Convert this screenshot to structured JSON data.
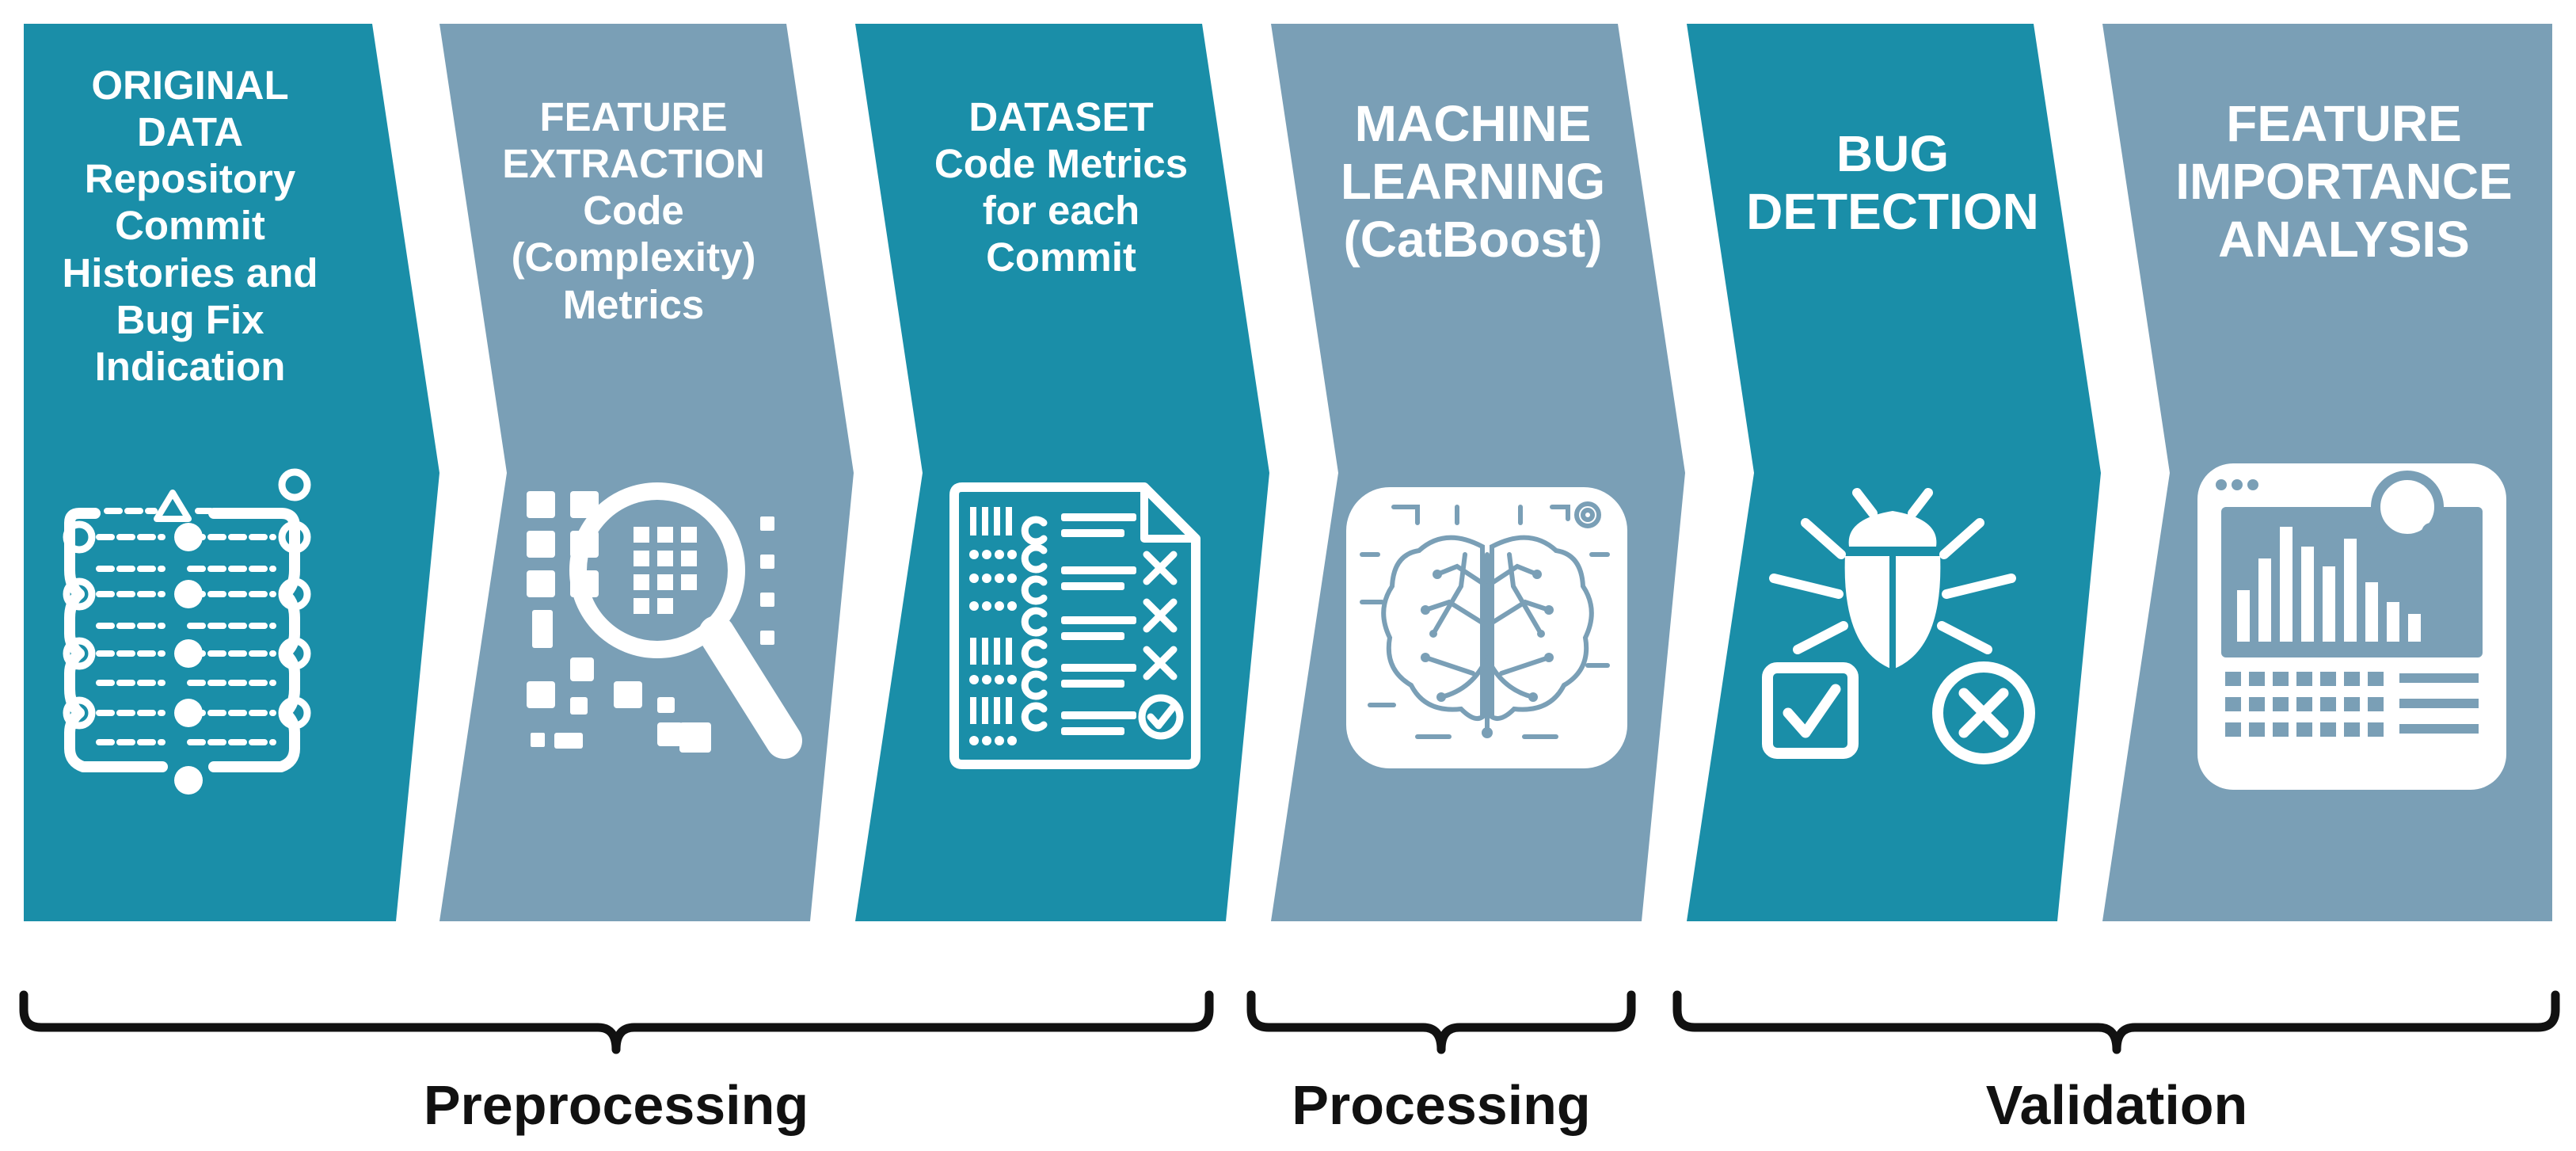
{
  "colors": {
    "teal": "#1a8ea8",
    "slate": "#7a9fb6",
    "icon": "#ffffff",
    "brace": "#111111"
  },
  "steps": [
    {
      "lines": [
        "ORIGINAL",
        "DATA",
        "Repository",
        "Commit",
        "Histories and",
        "Bug Fix",
        "Indication"
      ],
      "icon": "commit-history-icon"
    },
    {
      "lines": [
        "FEATURE",
        "EXTRACTION",
        "Code",
        "(Complexity)",
        "Metrics"
      ],
      "icon": "magnifier-code-icon"
    },
    {
      "lines": [
        "DATASET",
        "Code Metrics",
        "for each",
        "Commit"
      ],
      "icon": "checklist-document-icon"
    },
    {
      "lines": [
        "MACHINE",
        "LEARNING",
        "(CatBoost)"
      ],
      "icon": "brain-circuit-icon"
    },
    {
      "lines": [
        "BUG",
        "DETECTION"
      ],
      "icon": "bug-check-icon"
    },
    {
      "lines": [
        "FEATURE",
        "IMPORTANCE",
        "ANALYSIS"
      ],
      "icon": "analytics-chart-icon"
    }
  ],
  "phases": [
    {
      "label": "Preprocessing"
    },
    {
      "label": "Processing"
    },
    {
      "label": "Validation"
    }
  ]
}
